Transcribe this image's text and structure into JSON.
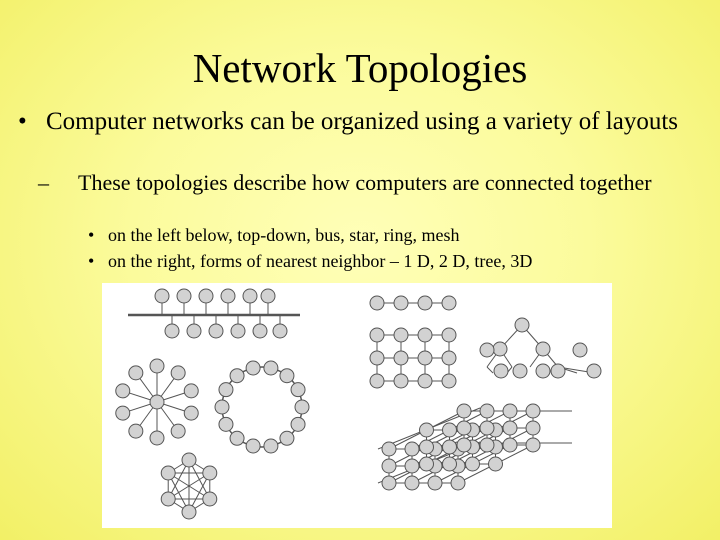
{
  "slide": {
    "title": "Network Topologies",
    "bullet1": {
      "marker": "•",
      "text": "Computer networks can be organized using a variety of layouts"
    },
    "bullet2": {
      "marker": "–",
      "text": "These topologies describe how computers are connected together"
    },
    "sub_bullets": [
      {
        "marker": "•",
        "text": "on the left below, top-down, bus, star, ring, mesh"
      },
      {
        "marker": "•",
        "text": "on the right, forms of nearest neighbor – 1 D, 2 D, tree, 3D"
      }
    ],
    "figure": {
      "node_fill": "#d2d2d2",
      "node_stroke": "#555555",
      "line_color": "#555555"
    }
  }
}
